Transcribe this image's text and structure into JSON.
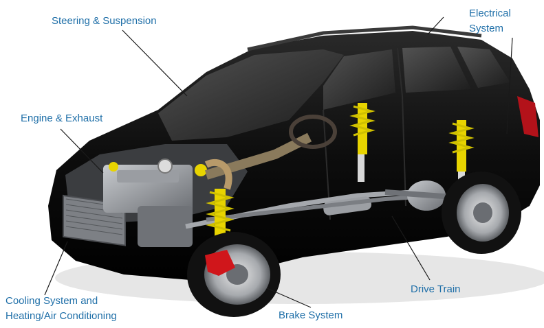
{
  "labels": {
    "steering": "Steering & Suspension",
    "electrical": [
      "Electrical",
      "System"
    ],
    "engine": "Engine & Exhaust",
    "cooling": [
      "Cooling System and",
      "Heating/Air Conditioning"
    ],
    "brake": "Brake System",
    "drive": "Drive Train"
  },
  "colors": {
    "label_text": "#1f6fa8",
    "leader_line": "#1a1a1a",
    "car_body": "#0d0d0d",
    "spring": "#e8d400",
    "brake_caliper": "#d0161b",
    "tail_light": "#b3121a",
    "metal": "#8c8f94"
  }
}
